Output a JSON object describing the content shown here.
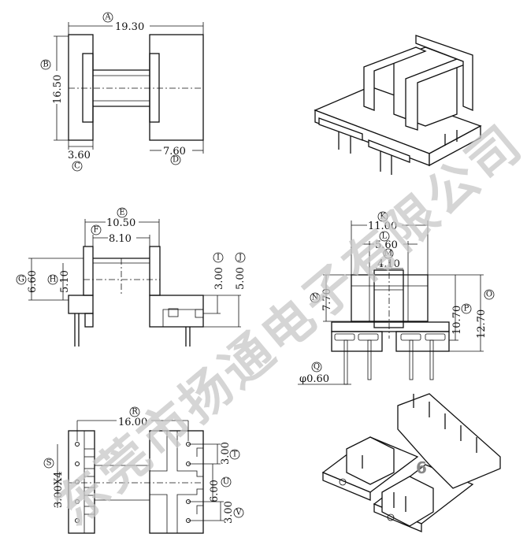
{
  "watermark": "东莞市扬通电子有限公司",
  "page_number": "6",
  "top_view": {
    "A": {
      "tag": "A",
      "value": "19.30"
    },
    "B": {
      "tag": "B",
      "value": "16.50"
    },
    "C": {
      "tag": "C",
      "value": "3.60"
    },
    "D": {
      "tag": "D",
      "value": "7.60"
    }
  },
  "side_view": {
    "E": {
      "tag": "E",
      "value": "10.50"
    },
    "F": {
      "tag": "F",
      "value": "8.10"
    },
    "G": {
      "tag": "G",
      "value": "6.60"
    },
    "H": {
      "tag": "H",
      "value": "5.10"
    },
    "I": {
      "tag": "I",
      "value": "3.00"
    },
    "J": {
      "tag": "J",
      "value": "5.00"
    }
  },
  "front_view": {
    "K": {
      "tag": "K",
      "value": "11.00"
    },
    "L": {
      "tag": "L",
      "value": "5.60"
    },
    "M": {
      "tag": "M",
      "value": "4.10"
    },
    "N": {
      "tag": "N",
      "value": "7.70"
    },
    "O": {
      "tag": "O",
      "value": "12.70"
    },
    "P": {
      "tag": "P",
      "value": "10.70"
    },
    "Q": {
      "tag": "Q",
      "value": "φ0.60"
    }
  },
  "bottom_view": {
    "R": {
      "tag": "R",
      "value": "16.00"
    },
    "S": {
      "tag": "S",
      "value": "3.00X4"
    },
    "T": {
      "tag": "T",
      "value": "3.00"
    },
    "U": {
      "tag": "U",
      "value": "6.00"
    },
    "V": {
      "tag": "V",
      "value": "3.00"
    }
  }
}
